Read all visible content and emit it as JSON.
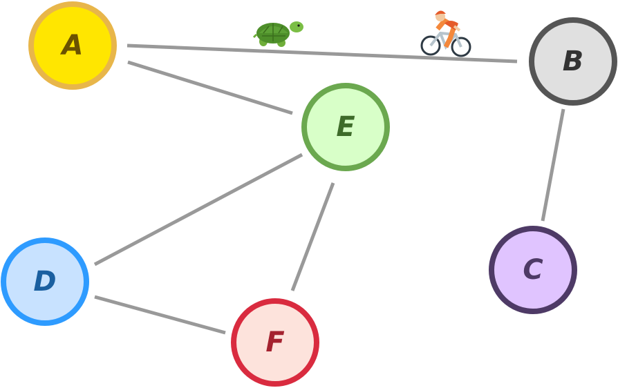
{
  "nodes": [
    {
      "id": "A",
      "label": "A",
      "fill": "#FFE600",
      "stroke": "#E8B64A",
      "text_color": "#6B5200"
    },
    {
      "id": "B",
      "label": "B",
      "fill": "#E0E0E0",
      "stroke": "#555555",
      "text_color": "#333333"
    },
    {
      "id": "C",
      "label": "C",
      "fill": "#E0C4FF",
      "stroke": "#4E3A66",
      "text_color": "#4E3A66"
    },
    {
      "id": "D",
      "label": "D",
      "fill": "#C8E2FF",
      "stroke": "#2E9BFF",
      "text_color": "#1A5FA0"
    },
    {
      "id": "E",
      "label": "E",
      "fill": "#D8FFC8",
      "stroke": "#6BA84F",
      "text_color": "#3E6B2A"
    },
    {
      "id": "F",
      "label": "F",
      "fill": "#FDE3DC",
      "stroke": "#D92B3F",
      "text_color": "#A4222F"
    }
  ],
  "edges": [
    {
      "from": "A",
      "to": "B"
    },
    {
      "from": "A",
      "to": "E"
    },
    {
      "from": "B",
      "to": "C"
    },
    {
      "from": "E",
      "to": "D"
    },
    {
      "from": "E",
      "to": "F"
    },
    {
      "from": "D",
      "to": "F"
    }
  ],
  "icons": [
    "turtle-icon",
    "cyclist-icon"
  ]
}
